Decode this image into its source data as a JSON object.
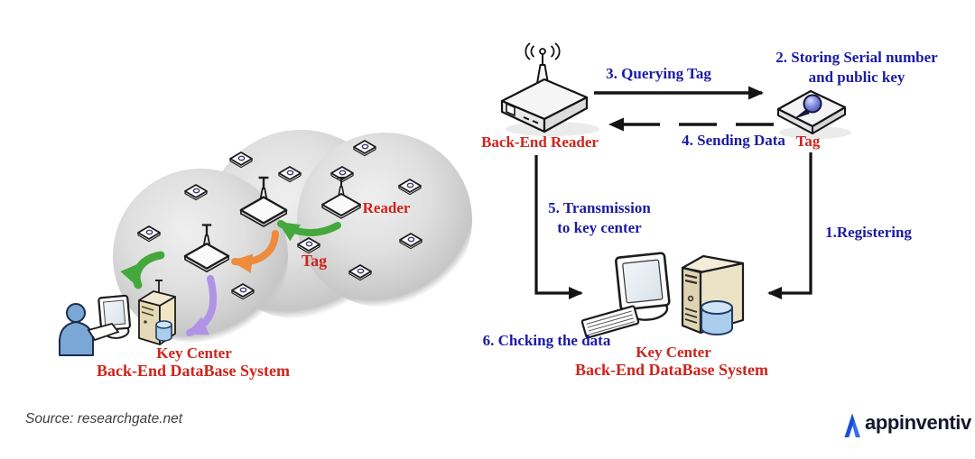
{
  "page": {
    "background": "#ffffff"
  },
  "colors": {
    "step_text_blue": "#1b1ba6",
    "label_red": "#cf231c",
    "arrow_black": "#141414",
    "arrow_green": "#45a83c",
    "arrow_orange": "#ee8b3e",
    "arrow_purple": "#b093e6",
    "coverage_circle_gray": "#d9d9d9",
    "server_beige": "#ece3c6",
    "database_blue": "#aacdec",
    "person_blue": "#7ba7d7",
    "brand_blue": "#2e6ff2",
    "brand_text": "#15152e",
    "source_text": "#3f3f3f"
  },
  "left_diagram": {
    "reader_label": "Reader",
    "tag_label": "Tag",
    "key_center_label": "Key Center",
    "database_label": "Back-End DataBase System"
  },
  "right_diagram": {
    "reader_label": "Back-End Reader",
    "tag_label": "Tag",
    "key_center_label": "Key Center",
    "database_label": "Back-End DataBase System",
    "steps": {
      "step1": "1.Registering",
      "step2_line1": "2. Storing Serial number",
      "step2_line2": "and public key",
      "step3": "3. Querying Tag",
      "step4": "4. Sending Data",
      "step5_line1": "5. Transmission",
      "step5_line2": "to key center",
      "step6": "6. Chcking the data"
    }
  },
  "footer": {
    "source": "Source: researchgate.net",
    "brand": "appinventiv"
  },
  "icons": {
    "reader_device": "router-with-antenna",
    "radio_waves": "((o))",
    "tag_chip": "rfid-tag-tile",
    "teardrop": "blue-teardrop",
    "monitor": "desktop-monitor",
    "keyboard": "keyboard",
    "server": "server-tower",
    "database": "database-cylinder",
    "person": "person-silhouette",
    "brand_mark": "appinventiv-triangle-a"
  }
}
